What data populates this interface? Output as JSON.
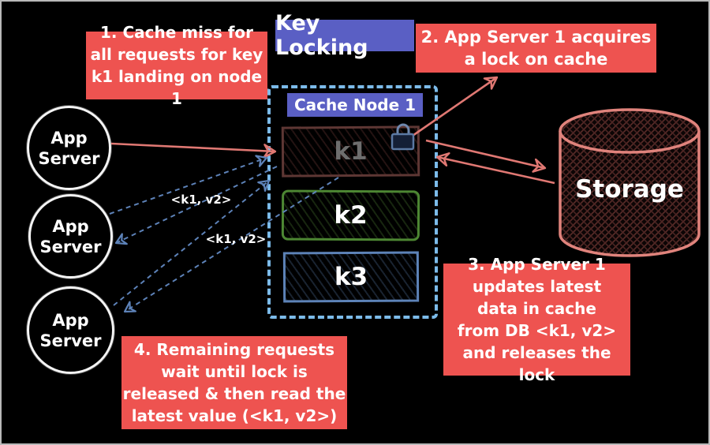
{
  "title": "Key Locking",
  "annotations": {
    "step1": "1. Cache miss for\nall requests for key\nk1 landing on node 1",
    "step2": "2. App Server 1 acquires\na lock on cache",
    "step3": "3. App Server 1\nupdates latest\ndata in cache\nfrom DB <k1, v2>\nand releases the lock",
    "step4": "4. Remaining requests\nwait until lock is\nreleased & then read the\nlatest value (<k1, v2>)"
  },
  "cache": {
    "label": "Cache Node 1",
    "keys": [
      {
        "label": "k1",
        "locked": true,
        "border_color": "#5e3734"
      },
      {
        "label": "k2",
        "locked": false,
        "border_color": "#4d8733"
      },
      {
        "label": "k3",
        "locked": false,
        "border_color": "#5d83b8"
      }
    ]
  },
  "servers": [
    {
      "label": "App\nServer"
    },
    {
      "label": "App\nServer"
    },
    {
      "label": "App\nServer"
    }
  ],
  "storage": {
    "label": "Storage"
  },
  "arrow_labels": [
    {
      "text": "<k1, v2>"
    },
    {
      "text": "<k1, v2>"
    }
  ],
  "colors": {
    "background": "#000000",
    "note_red": "#ee5350",
    "title_purple": "#5a5fc4",
    "cache_dash_blue": "#7cbbea",
    "arrow_red": "#e07873",
    "arrow_blue": "#5d82b8",
    "storage_outline": "#e0837c",
    "lock_body": "#141f36"
  }
}
